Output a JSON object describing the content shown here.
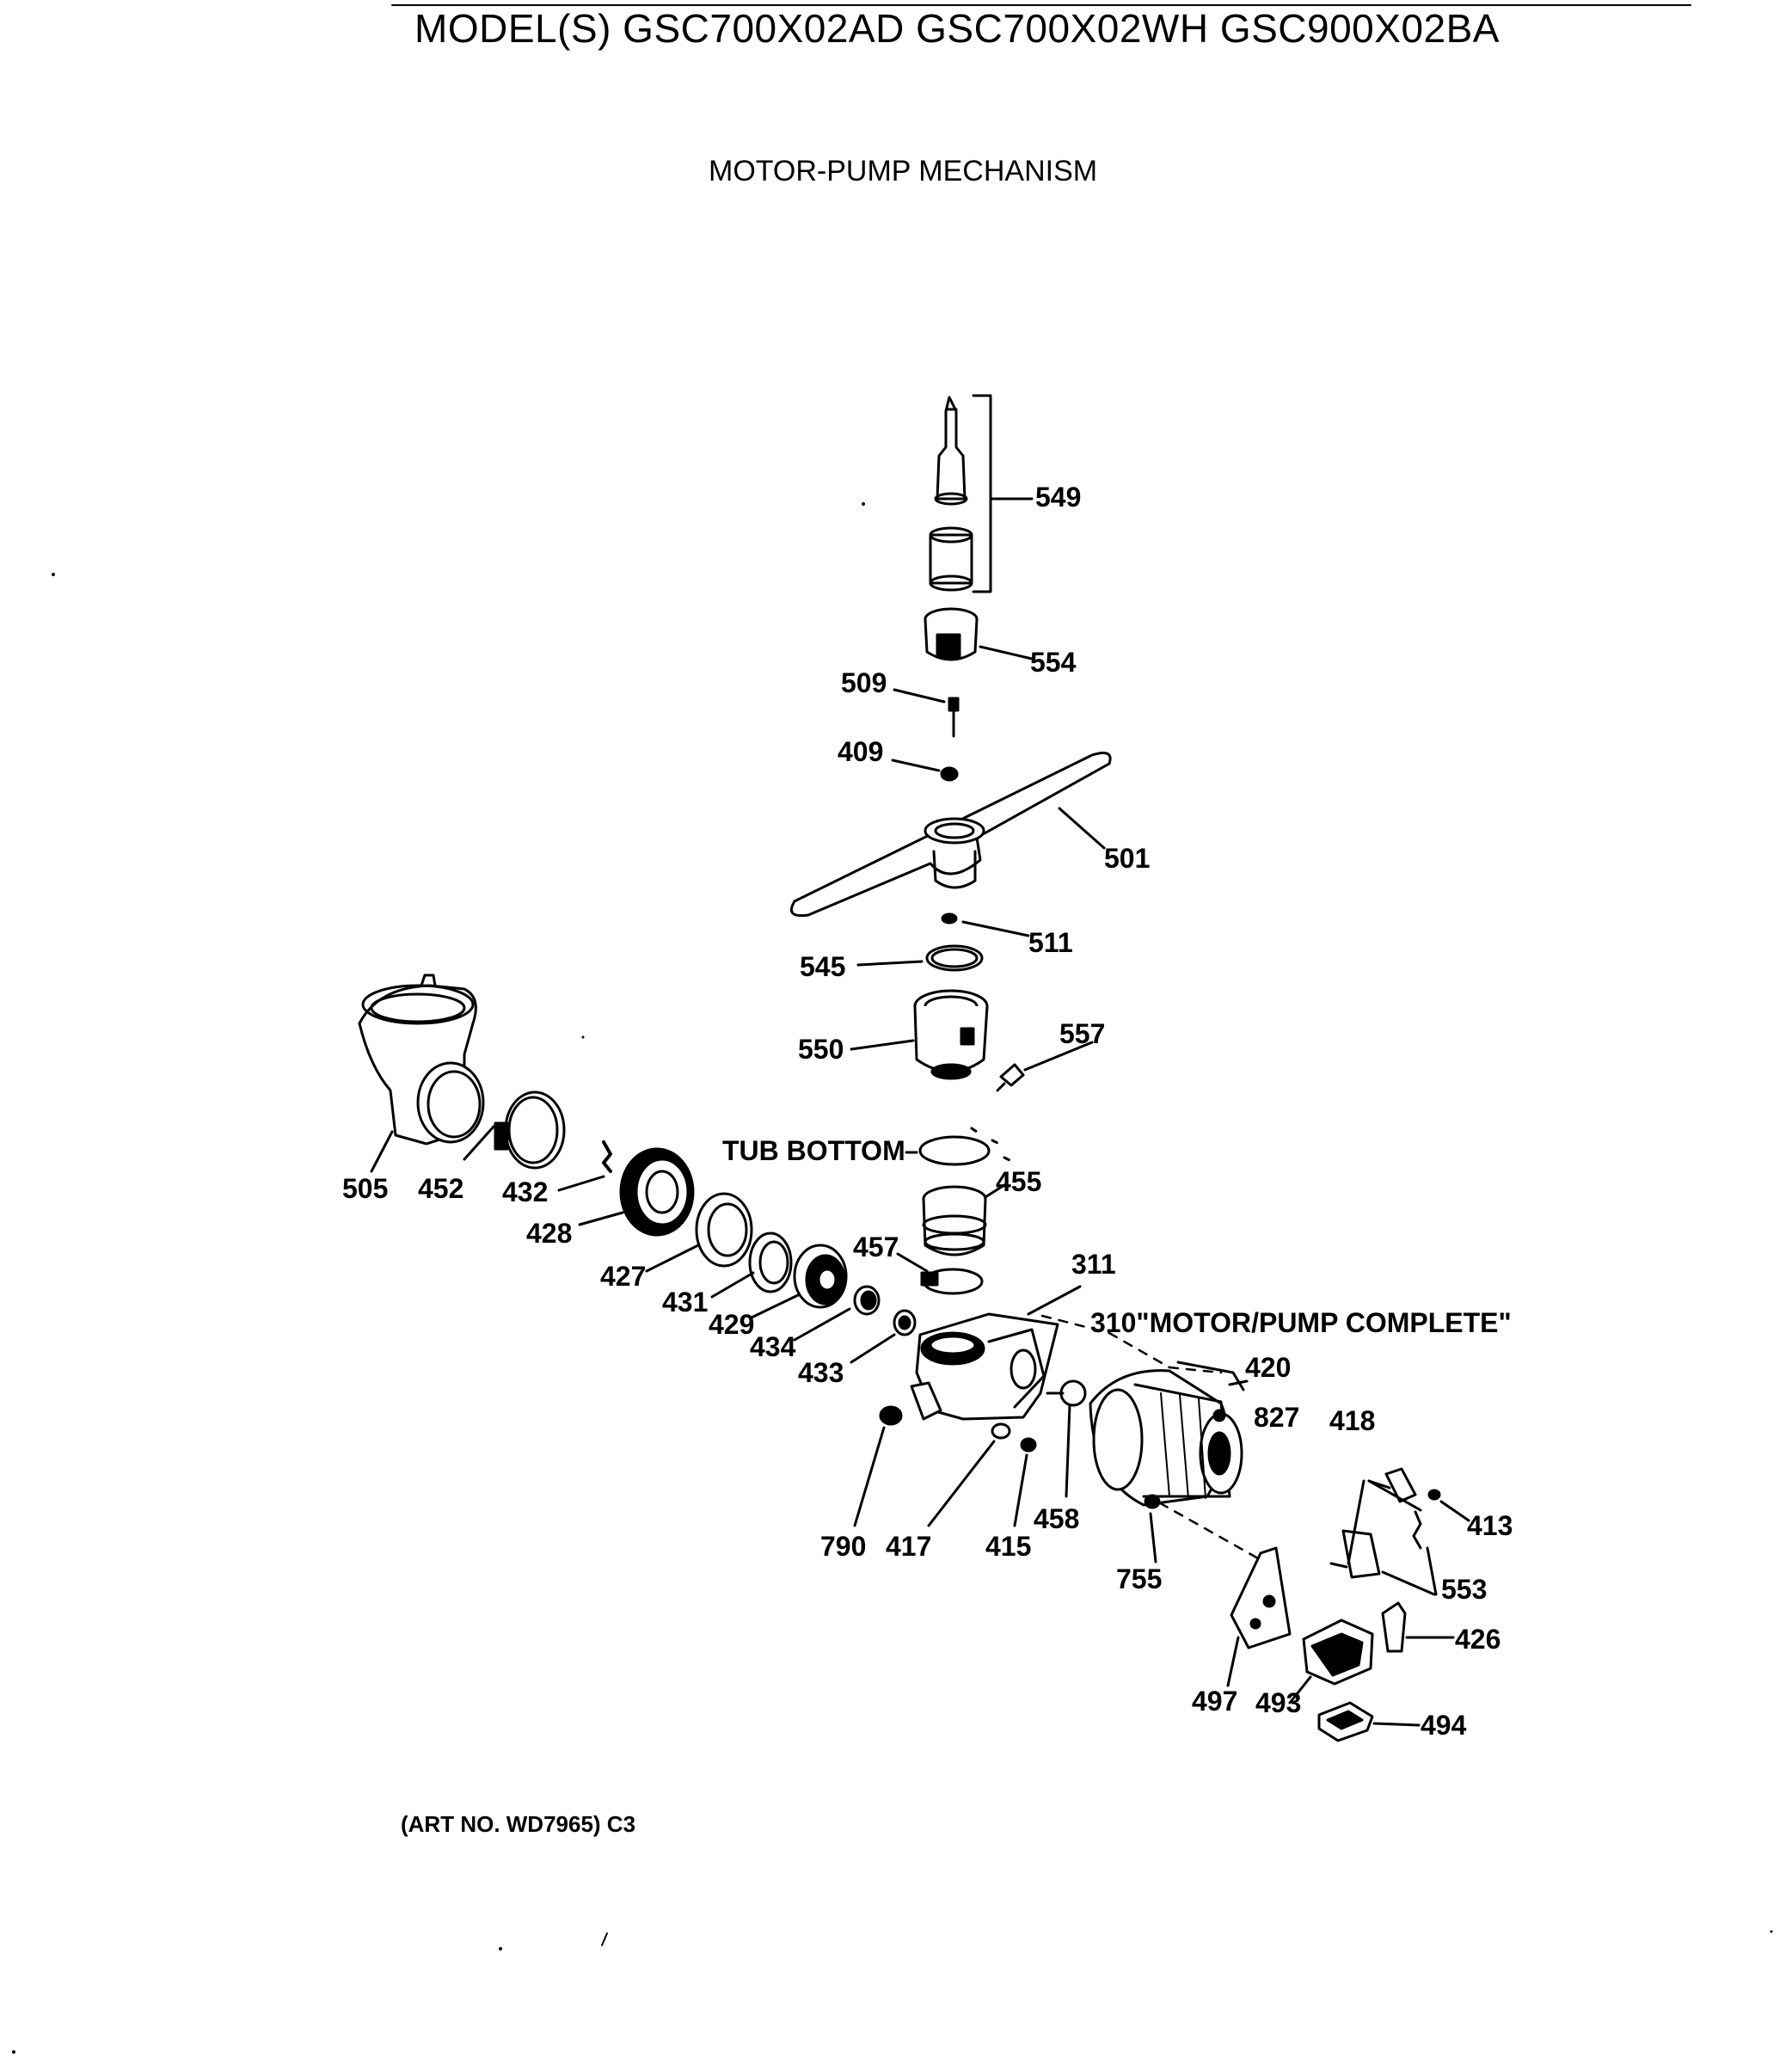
{
  "header": {
    "model_line": "MODEL(S) GSC700X02AD  GSC700X02WH  GSC900X02BA",
    "section_title": "MOTOR-PUMP MECHANISM"
  },
  "footer": {
    "art_number": "(ART NO. WD7965) C3"
  },
  "callouts": {
    "p549": "549",
    "p554": "554",
    "p509": "509",
    "p409": "409",
    "p501": "501",
    "p511": "511",
    "p545": "545",
    "p550": "550",
    "p557": "557",
    "tub_bottom": "TUB BOTTOM",
    "p455": "455",
    "p505": "505",
    "p452": "452",
    "p432": "432",
    "p428": "428",
    "p427": "427",
    "p457": "457",
    "p311": "311",
    "p431": "431",
    "p429": "429",
    "p434": "434",
    "p433": "433",
    "p310": "310\"MOTOR/PUMP COMPLETE\"",
    "p420": "420",
    "p827": "827",
    "p418": "418",
    "p413": "413",
    "p790": "790",
    "p417": "417",
    "p415": "415",
    "p458": "458",
    "p755": "755",
    "p553": "553",
    "p426": "426",
    "p497": "497",
    "p493": "493",
    "p494": "494"
  }
}
